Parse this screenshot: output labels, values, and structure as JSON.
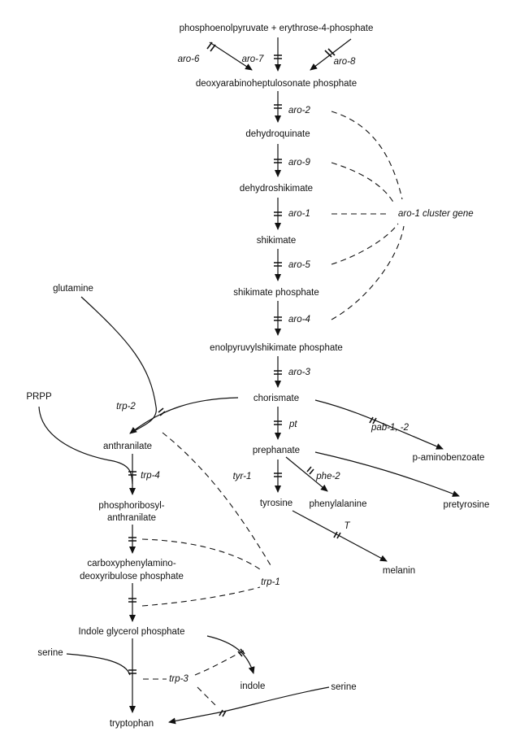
{
  "compounds": {
    "pep_e4p": "phosphoenolpyruvate + erythrose-4-phosphate",
    "dahp": "deoxyarabinoheptulosonate phosphate",
    "dehydroquinate": "dehydroquinate",
    "dehydroshikimate": "dehydroshikimate",
    "shikimate": "shikimate",
    "shikimate_phosphate": "shikimate phosphate",
    "epsp": "enolpyruvylshikimate phosphate",
    "chorismate": "chorismate",
    "prephanate": "prephanate",
    "p_aminobenzoate": "p-aminobenzoate",
    "pretyrosine": "pretyrosine",
    "tyrosine": "tyrosine",
    "phenylalanine": "phenylalanine",
    "melanin": "melanin",
    "glutamine": "glutamine",
    "prpp": "PRPP",
    "anthranilate": "anthranilate",
    "pra_1": "phosphoribosyl-",
    "pra_2": "anthranilate",
    "cdrp_1": "carboxyphenylamino-",
    "cdrp_2": "deoxyribulose phosphate",
    "igp": "Indole glycerol phosphate",
    "serine_left": "serine",
    "indole": "indole",
    "serine_right": "serine",
    "tryptophan": "tryptophan"
  },
  "genes": {
    "aro6": "aro-6",
    "aro7": "aro-7",
    "aro8": "aro-8",
    "aro2": "aro-2",
    "aro9": "aro-9",
    "aro1": "aro-1",
    "aro1_cluster": "aro-1 cluster gene",
    "aro5": "aro-5",
    "aro4": "aro-4",
    "aro3": "aro-3",
    "pt": "pt",
    "pab": "pab-1, -2",
    "tyr1": "tyr-1",
    "phe2": "phe-2",
    "T": "T",
    "trp2": "trp-2",
    "trp4": "trp-4",
    "trp1": "trp-1",
    "trp3": "trp-3"
  }
}
